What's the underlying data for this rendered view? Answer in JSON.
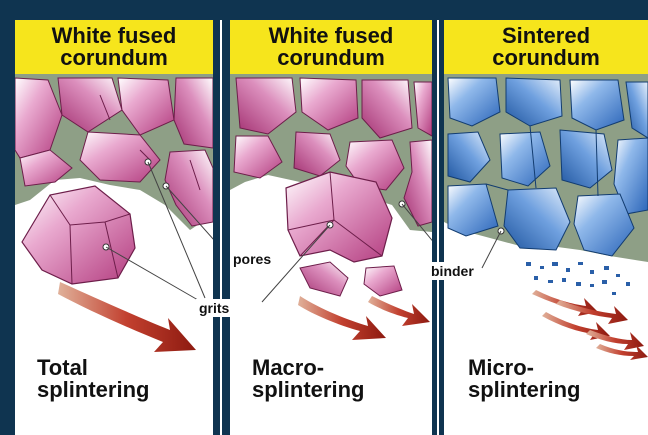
{
  "headers": [
    "White fused\ncorundum",
    "White fused\ncorundum",
    "Sintered\ncorundum"
  ],
  "captions": [
    "Total\nsplintering",
    "Macro-\nsplintering",
    "Micro-\nsplintering"
  ],
  "labels": {
    "pores": "pores",
    "grits": "grits",
    "binder": "binder"
  },
  "colors": {
    "background": "#0f3450",
    "header": "#f6e51c",
    "binder": "#8e9f86",
    "pink_grit": "#c2458a",
    "blue_grit": "#3a78c8",
    "arrow": "#b3241a"
  }
}
